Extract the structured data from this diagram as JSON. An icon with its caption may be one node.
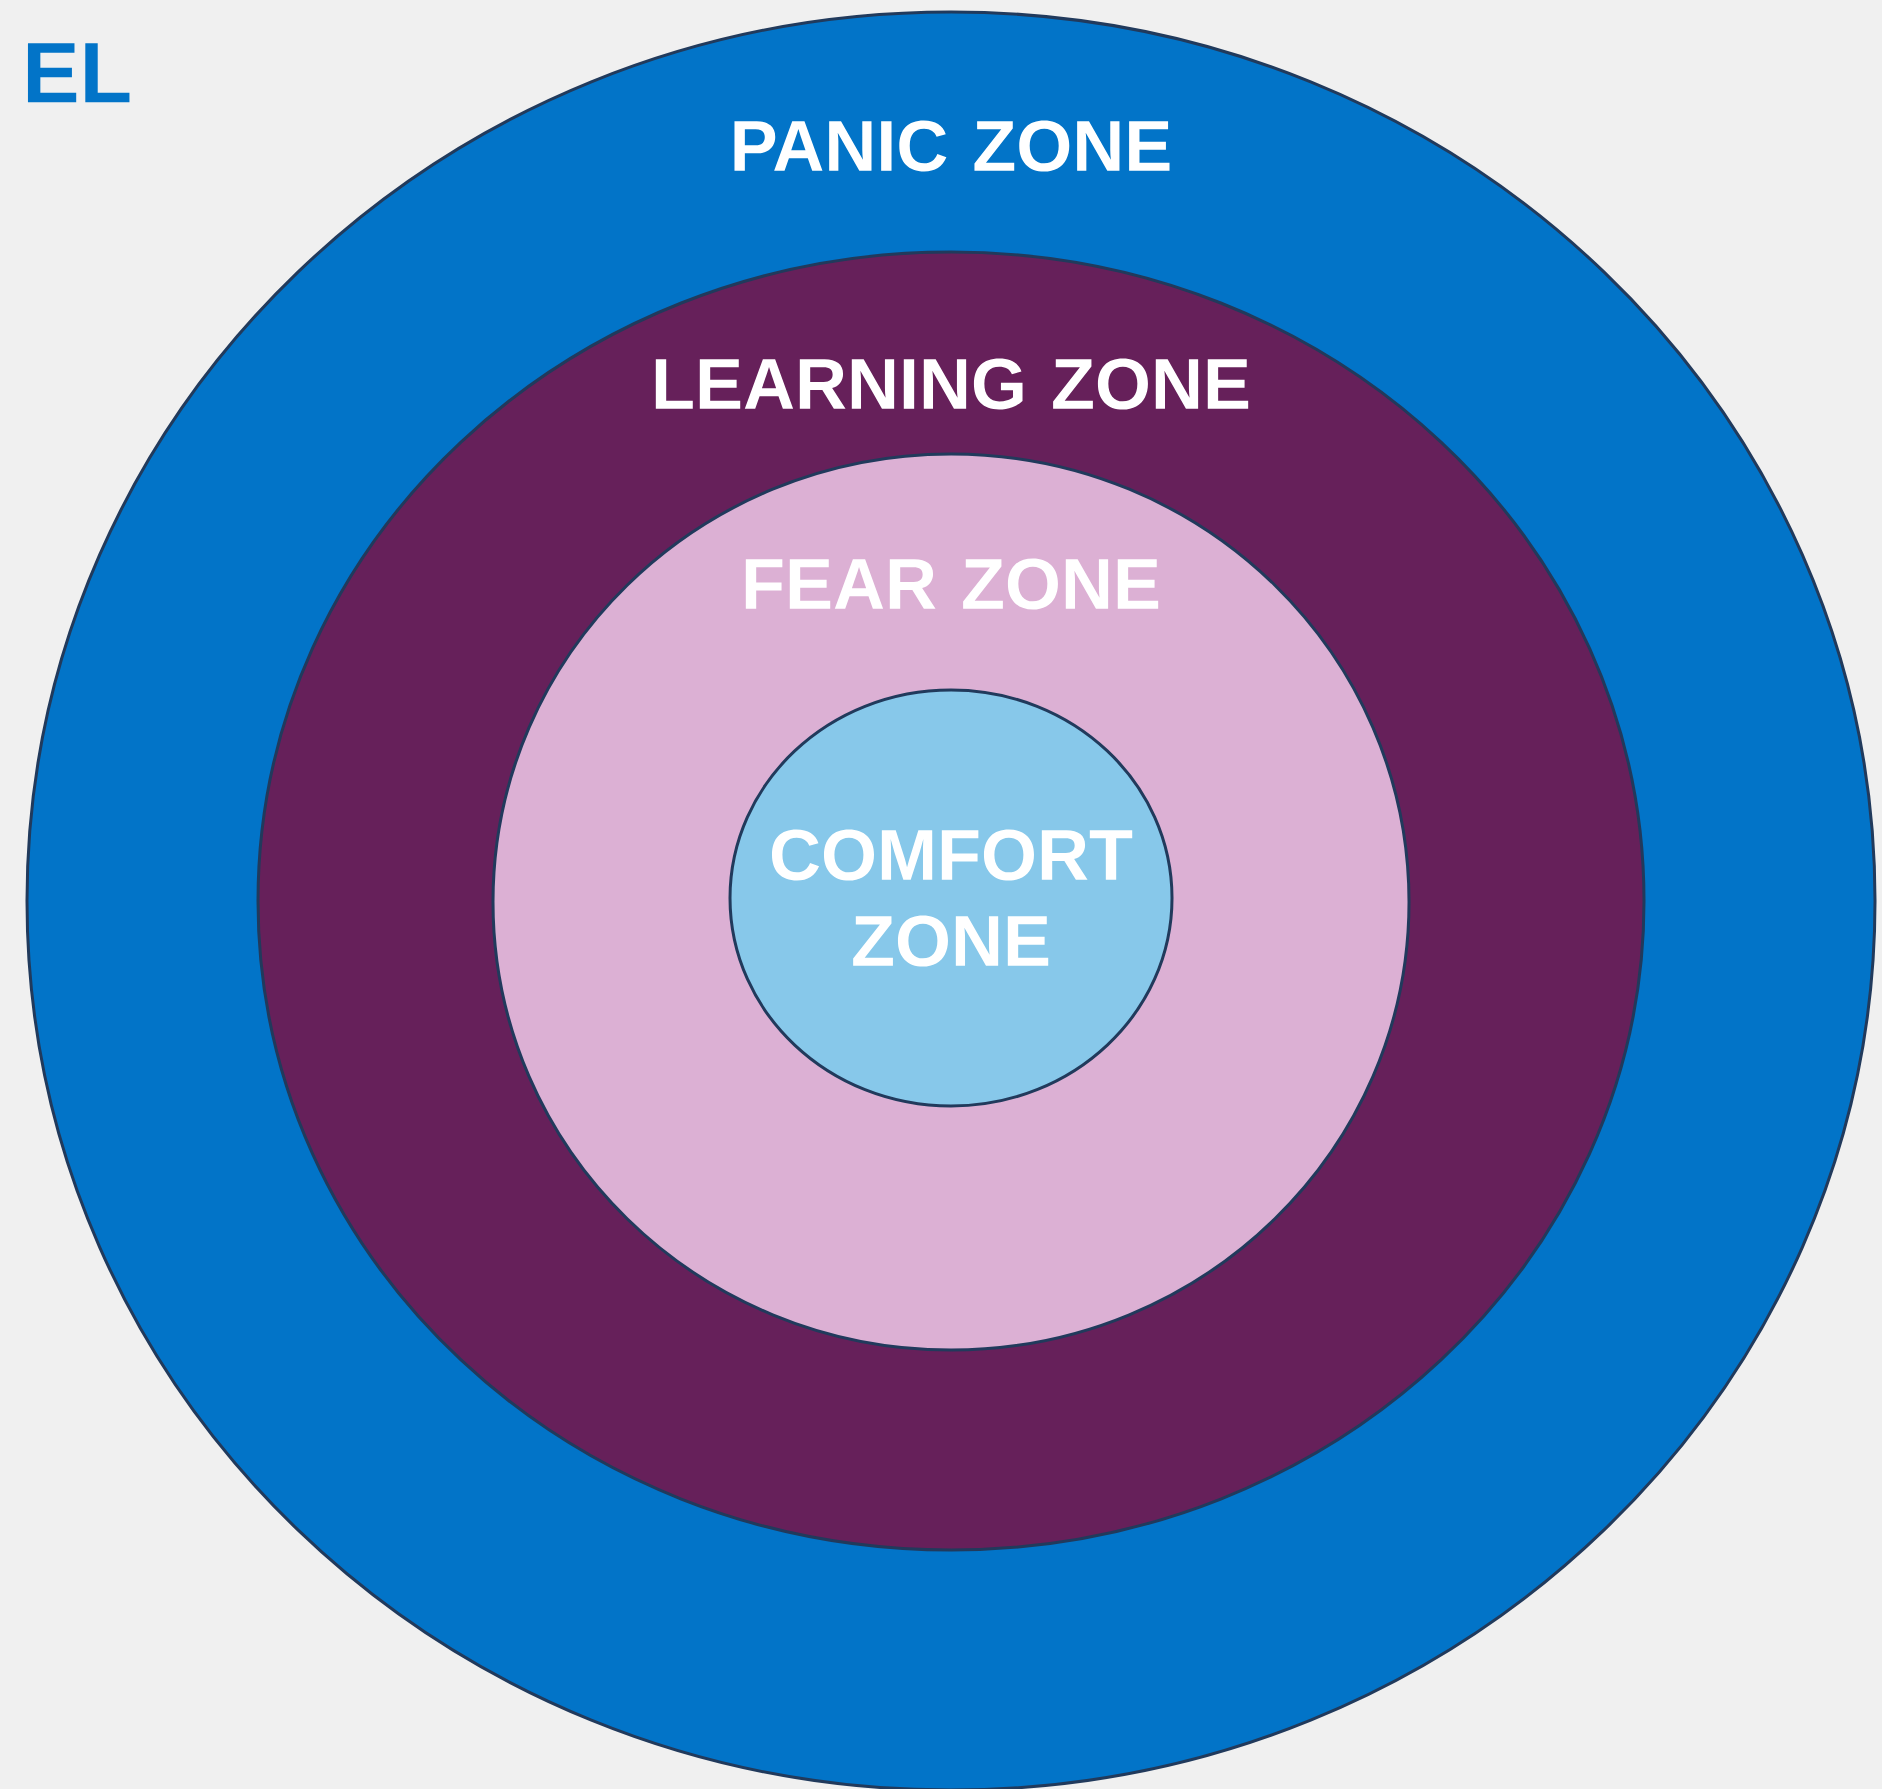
{
  "diagram": {
    "nodes": [
      {
        "text": [
          "PANIC ZONE"
        ]
      },
      {
        "text": [
          "LEARNING ZONE"
        ],
        "in": 0
      },
      {
        "text": [
          "FEAR ZONE"
        ],
        "in": 1
      },
      {
        "text": [
          "COMFORT ZONE"
        ],
        "in": 2
      }
    ],
    "labels": [
      "EL"
    ]
  }
}
